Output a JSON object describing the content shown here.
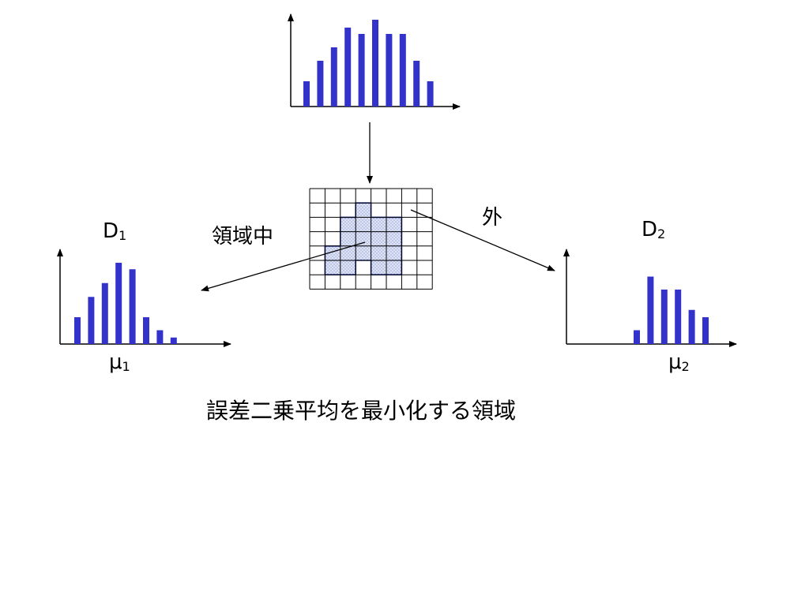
{
  "colors": {
    "bar": "#3333cc",
    "axis": "#000000",
    "region_fill": "#dde3f5",
    "region_edge": "#1f2d9a",
    "grid": "#000000"
  },
  "labels": {
    "d1_main": "D",
    "d1_sub": "1",
    "d2_main": "D",
    "d2_sub": "2",
    "mu1_main": "μ",
    "mu1_sub": "1",
    "mu2_main": "μ",
    "mu2_sub": "2",
    "inside": "領域中",
    "outside": "外",
    "caption": "誤差二乗平均を最小化する領域"
  },
  "chart_data": [
    {
      "type": "bar",
      "id": "top-histogram",
      "values": [
        32,
        58,
        75,
        100,
        92,
        110,
        92,
        92,
        58,
        32
      ],
      "ylim": [
        0,
        120
      ]
    },
    {
      "type": "bar",
      "id": "inside-histogram",
      "values": [
        33,
        58,
        75,
        100,
        92,
        33,
        17,
        8
      ],
      "ylim": [
        0,
        120
      ]
    },
    {
      "type": "bar",
      "id": "outside-histogram",
      "values": [
        17,
        83,
        67,
        67,
        42,
        33
      ],
      "ylim": [
        0,
        120
      ]
    }
  ],
  "grid_region": {
    "cols": 8,
    "rows": 7,
    "shape_outline": [
      [
        3,
        1
      ],
      [
        4,
        1
      ],
      [
        4,
        2
      ],
      [
        6,
        2
      ],
      [
        6,
        6
      ],
      [
        4,
        6
      ],
      [
        4,
        5
      ],
      [
        3,
        5
      ],
      [
        3,
        6
      ],
      [
        1,
        6
      ],
      [
        1,
        4
      ],
      [
        2,
        4
      ],
      [
        2,
        2
      ],
      [
        3,
        2
      ]
    ]
  }
}
